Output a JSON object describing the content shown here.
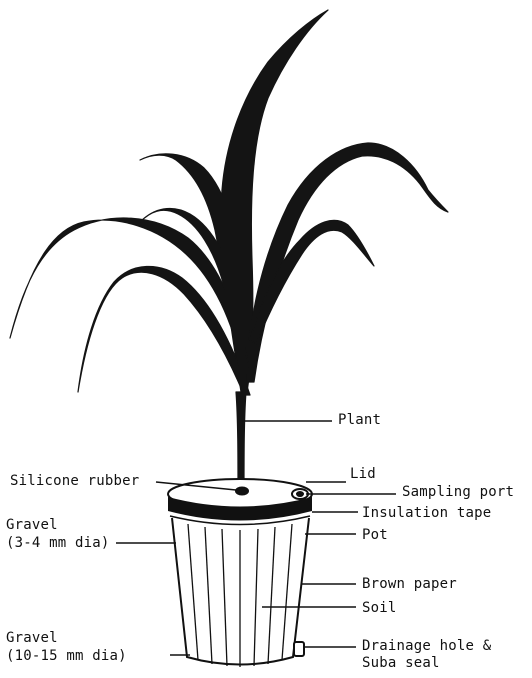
{
  "labels": {
    "plant": "Plant",
    "silicone_rubber": "Silicone rubber",
    "lid": "Lid",
    "sampling_port": "Sampling port",
    "insulation_tape": "Insulation tape",
    "pot": "Pot",
    "gravel_small_line1": "Gravel",
    "gravel_small_line2": "(3-4 mm dia)",
    "brown_paper": "Brown paper",
    "soil": "Soil",
    "gravel_large_line1": "Gravel",
    "gravel_large_line2": "(10-15 mm dia)",
    "drainage_line1": "Drainage hole &",
    "drainage_line2": "Suba seal"
  },
  "colors": {
    "ink": "#111111",
    "paper": "#ffffff"
  }
}
